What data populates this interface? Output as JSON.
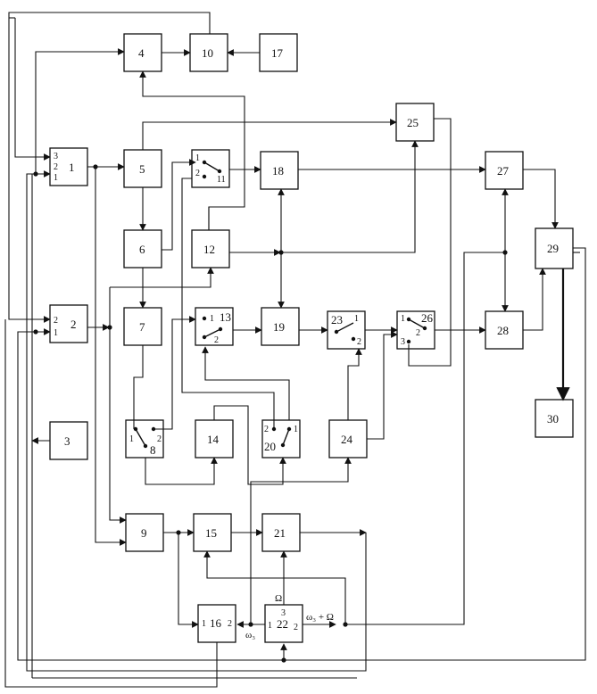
{
  "blocks": {
    "b1": "1",
    "b2": "2",
    "b3": "3",
    "b4": "4",
    "b5": "5",
    "b6": "6",
    "b7": "7",
    "b8": "8",
    "b9": "9",
    "b10": "10",
    "b11": "11",
    "b12": "12",
    "b13": "13",
    "b14": "14",
    "b15": "15",
    "b16": "16",
    "b17": "17",
    "b18": "18",
    "b19": "19",
    "b20": "20",
    "b21": "21",
    "b22": "22",
    "b23": "23",
    "b24": "24",
    "b25": "25",
    "b26": "26",
    "b27": "27",
    "b28": "28",
    "b29": "29",
    "b30": "30"
  },
  "ports": {
    "one": "1",
    "two": "2",
    "three": "3"
  },
  "signals": {
    "omega3": "ω₃",
    "omega_big": "Ω",
    "sum": "ω₃ + Ω"
  }
}
